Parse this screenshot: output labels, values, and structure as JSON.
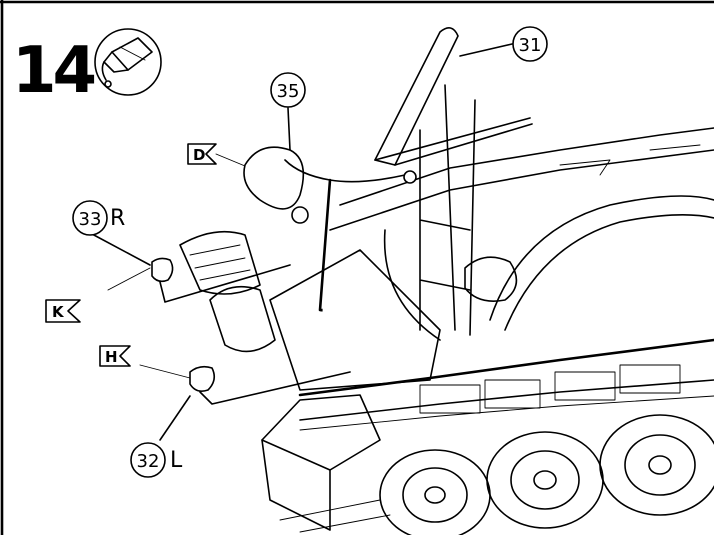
{
  "step": {
    "number": "14",
    "icon": "glue-tube-icon"
  },
  "parts": [
    {
      "callout": "31",
      "side": ""
    },
    {
      "callout": "35",
      "side": ""
    },
    {
      "callout": "33",
      "side": "R"
    },
    {
      "callout": "32",
      "side": "L"
    }
  ],
  "sprue_flags": [
    "D",
    "K",
    "H"
  ],
  "colors": {
    "ink": "#000000",
    "paper": "#ffffff"
  }
}
